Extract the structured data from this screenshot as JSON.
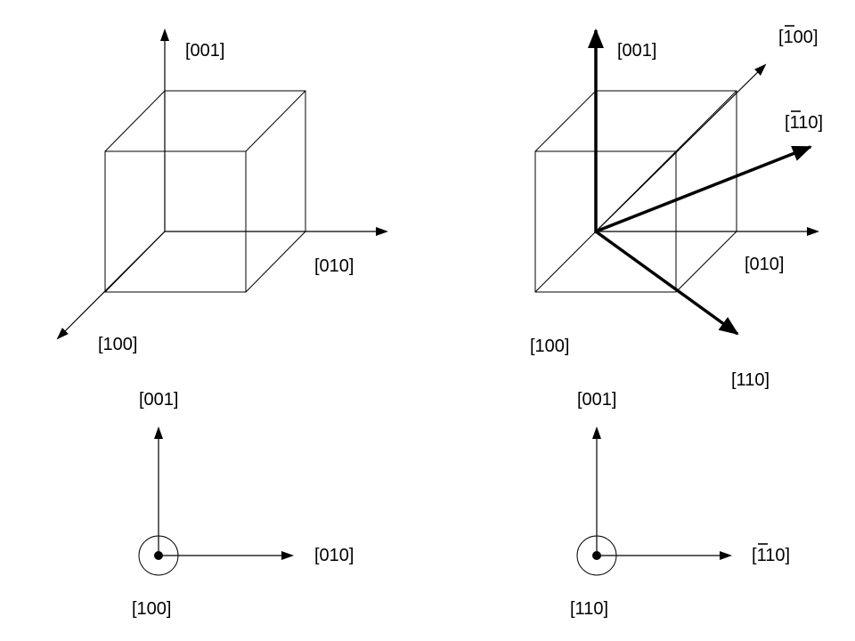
{
  "panels": {
    "top_left": {
      "z_label": "[001]",
      "y_label": "[010]",
      "x_label": "[100]"
    },
    "top_right": {
      "z_label": "[001]",
      "y_label": "[010]",
      "x_label": "[100]",
      "bar_100_label": "100",
      "bar_110_label": "110",
      "bold_110_label": "[110]"
    },
    "bottom_left": {
      "up_label": "[001]",
      "right_label": "[010]",
      "center_label": "[100]"
    },
    "bottom_right": {
      "up_label": "[001]",
      "bar_110_label": "110",
      "center_label": "[110]"
    }
  }
}
